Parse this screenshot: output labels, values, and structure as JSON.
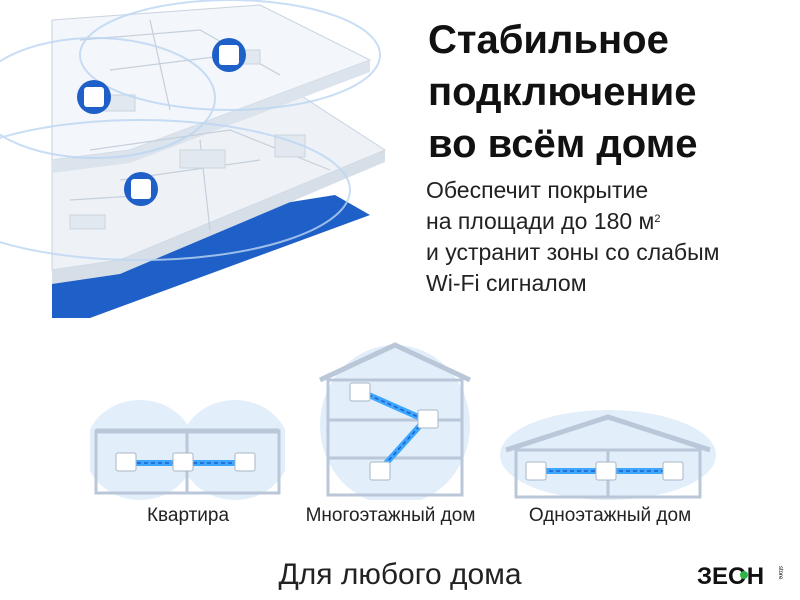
{
  "hero": {
    "headline": [
      "Стабильное",
      "подключение",
      "во всём доме"
    ],
    "subtext_lines": [
      "Обеспечит покрытие",
      "на площади до 180 м",
      "и устранит зоны со слабым",
      "Wi-Fi сигналом"
    ],
    "superscript": "2"
  },
  "scenarios": [
    {
      "label": "Квартира",
      "nodes": 3
    },
    {
      "label": "Многоэтажный дом",
      "nodes": 3
    },
    {
      "label": "Одноэтажный дом",
      "nodes": 3
    }
  ],
  "footer": {
    "title": "Для любого дома"
  },
  "logo": {
    "brand_text": "ЗЕОН",
    "vertical_text": "store"
  },
  "colors": {
    "accent_blue": "#1f5fc8",
    "light_blue": "#dce9f8",
    "signal_blue": "#3da7ff"
  }
}
